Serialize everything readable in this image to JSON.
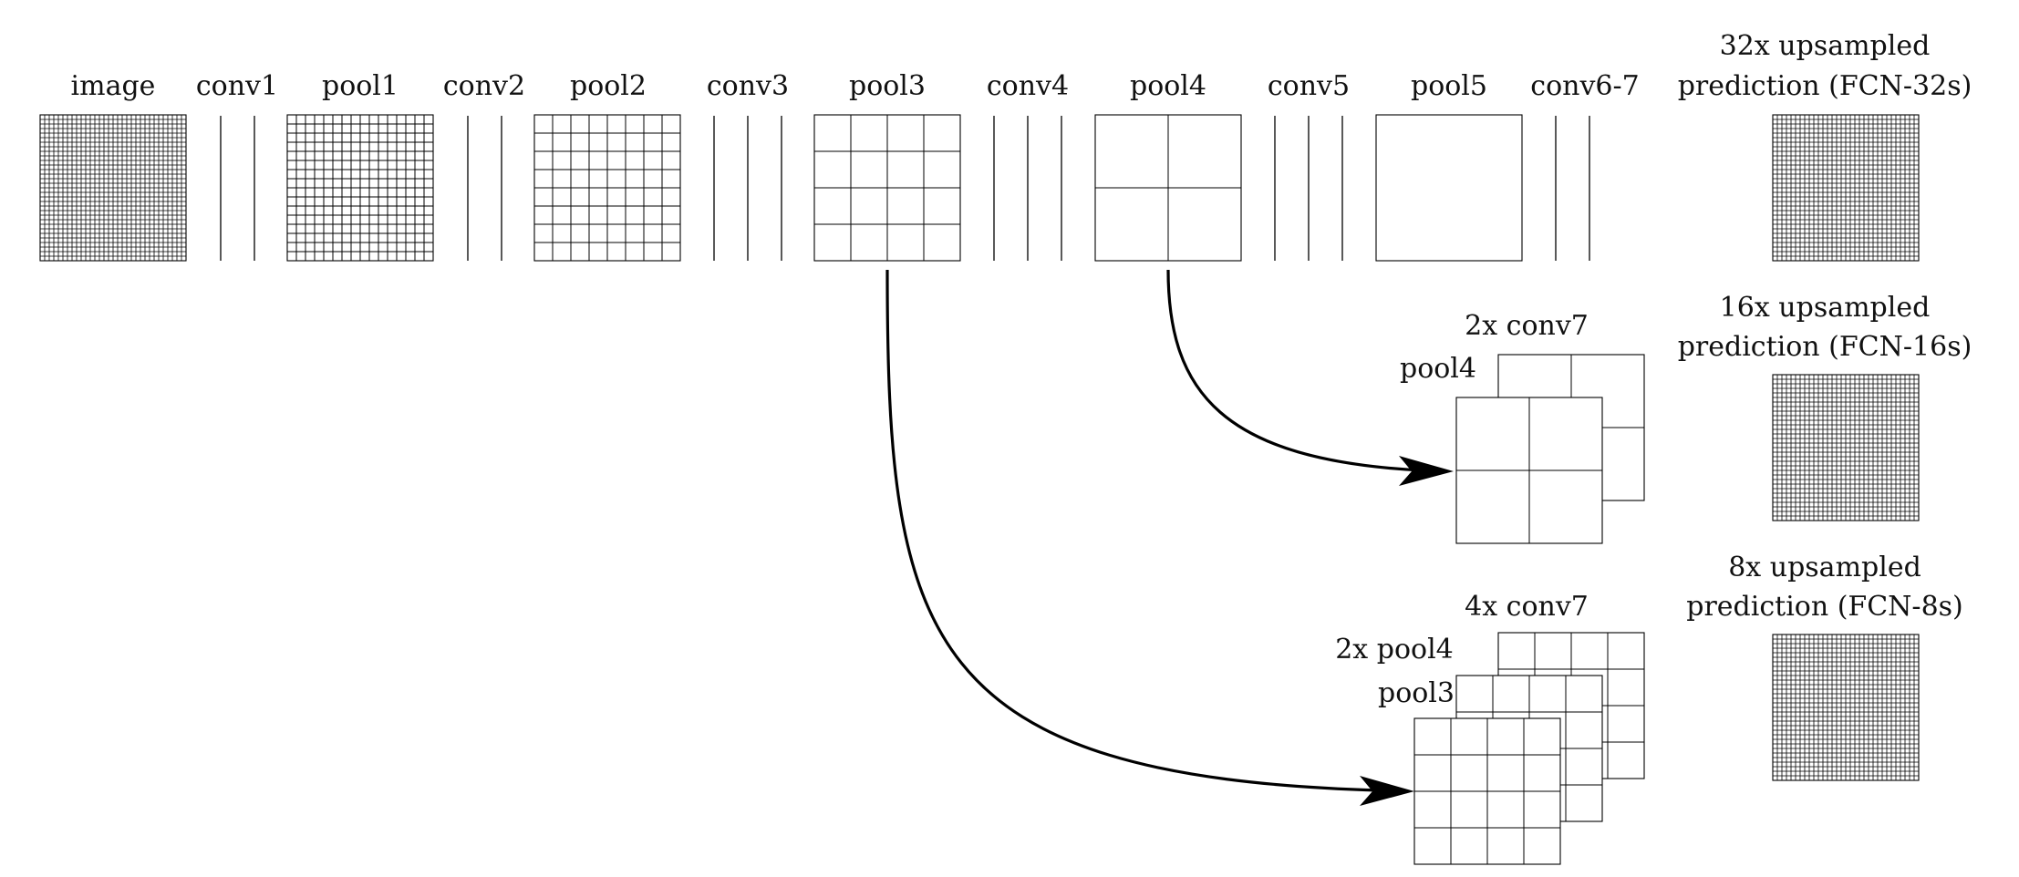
{
  "top_row": {
    "image": "image",
    "conv1": "conv1",
    "pool1": "pool1",
    "conv2": "conv2",
    "pool2": "pool2",
    "conv3": "conv3",
    "pool3": "pool3",
    "conv4": "conv4",
    "pool4": "pool4",
    "conv5": "conv5",
    "pool5": "pool5",
    "conv67": "conv6-7"
  },
  "predictions": {
    "p32_line1": "32x upsampled",
    "p32_line2": "prediction (FCN-32s)",
    "p16_line1": "16x upsampled",
    "p16_line2": "prediction (FCN-16s)",
    "p8_line1": "8x upsampled",
    "p8_line2": "prediction (FCN-8s)"
  },
  "fusion16": {
    "conv7": "2x conv7",
    "pool4": "pool4"
  },
  "fusion8": {
    "conv7": "4x conv7",
    "pool4": "2x pool4",
    "pool3": "pool3"
  },
  "grid_cells": {
    "image": 32,
    "pool1": 16,
    "pool2": 8,
    "pool3": 4,
    "pool4": 2,
    "pool5": 1,
    "prediction": 32
  }
}
